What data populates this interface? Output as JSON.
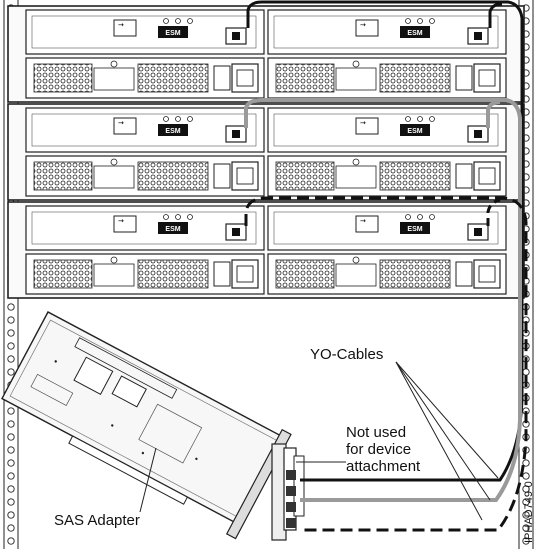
{
  "drawer": {
    "module_tag": "ESM"
  },
  "labels": {
    "yo_cables": "YO-Cables",
    "not_used_lines": [
      "Not used",
      "for device",
      "attachment"
    ],
    "sas_adapter": "SAS Adapter"
  },
  "figure_id": "IPHAD749-0",
  "colors": {
    "gray_cable": "#9a9a9a",
    "black_cable": "#111111",
    "frame_fill": "#f4f4f4",
    "outline": "#222222",
    "card_fill": "#f7f7f7"
  }
}
